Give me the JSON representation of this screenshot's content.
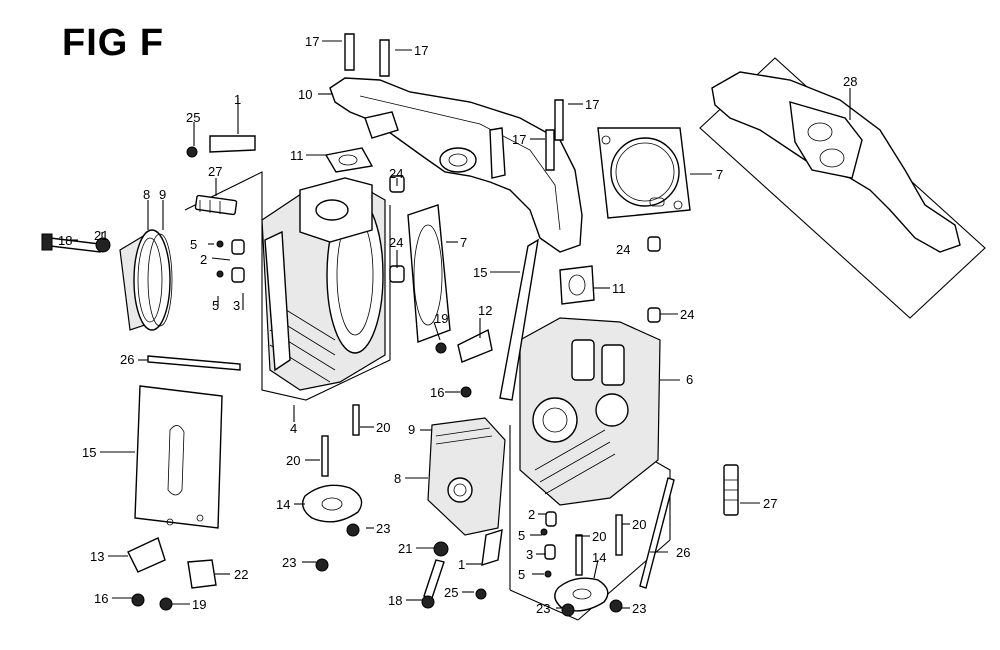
{
  "figure": {
    "title": "FIG F"
  },
  "callouts": [
    {
      "id": "c17a",
      "label": "17"
    },
    {
      "id": "c17b",
      "label": "17"
    },
    {
      "id": "c10",
      "label": "10"
    },
    {
      "id": "c17c",
      "label": "17"
    },
    {
      "id": "c17d",
      "label": "17"
    },
    {
      "id": "c28",
      "label": "28"
    },
    {
      "id": "c1a",
      "label": "1"
    },
    {
      "id": "c25a",
      "label": "25"
    },
    {
      "id": "c11a",
      "label": "11"
    },
    {
      "id": "c24a",
      "label": "24"
    },
    {
      "id": "c7a",
      "label": "7"
    },
    {
      "id": "c27a",
      "label": "27"
    },
    {
      "id": "c8a",
      "label": "8"
    },
    {
      "id": "c9a",
      "label": "9"
    },
    {
      "id": "c7b",
      "label": "7"
    },
    {
      "id": "c24b",
      "label": "24"
    },
    {
      "id": "c24c",
      "label": "24"
    },
    {
      "id": "c18a",
      "label": "18"
    },
    {
      "id": "c21a",
      "label": "21"
    },
    {
      "id": "c5a",
      "label": "5"
    },
    {
      "id": "c2a",
      "label": "2"
    },
    {
      "id": "c5b",
      "label": "5"
    },
    {
      "id": "c3a",
      "label": "3"
    },
    {
      "id": "c15a",
      "label": "15"
    },
    {
      "id": "c11b",
      "label": "11"
    },
    {
      "id": "c24d",
      "label": "24"
    },
    {
      "id": "c12",
      "label": "12"
    },
    {
      "id": "c19a",
      "label": "19"
    },
    {
      "id": "c26a",
      "label": "26"
    },
    {
      "id": "c16a",
      "label": "16"
    },
    {
      "id": "c6",
      "label": "6"
    },
    {
      "id": "c4",
      "label": "4"
    },
    {
      "id": "c20a",
      "label": "20"
    },
    {
      "id": "c9b",
      "label": "9"
    },
    {
      "id": "c15b",
      "label": "15"
    },
    {
      "id": "c20b",
      "label": "20"
    },
    {
      "id": "c8b",
      "label": "8"
    },
    {
      "id": "c14a",
      "label": "14"
    },
    {
      "id": "c23a",
      "label": "23"
    },
    {
      "id": "c27b",
      "label": "27"
    },
    {
      "id": "c2b",
      "label": "2"
    },
    {
      "id": "c5c",
      "label": "5"
    },
    {
      "id": "c20c",
      "label": "20"
    },
    {
      "id": "c20d",
      "label": "20"
    },
    {
      "id": "c21b",
      "label": "21"
    },
    {
      "id": "c3b",
      "label": "3"
    },
    {
      "id": "c14b",
      "label": "14"
    },
    {
      "id": "c26b",
      "label": "26"
    },
    {
      "id": "c13",
      "label": "13"
    },
    {
      "id": "c22",
      "label": "22"
    },
    {
      "id": "c1b",
      "label": "1"
    },
    {
      "id": "c5d",
      "label": "5"
    },
    {
      "id": "c23b",
      "label": "23"
    },
    {
      "id": "c16b",
      "label": "16"
    },
    {
      "id": "c19b",
      "label": "19"
    },
    {
      "id": "c18b",
      "label": "18"
    },
    {
      "id": "c25b",
      "label": "25"
    },
    {
      "id": "c23c",
      "label": "23"
    },
    {
      "id": "c23d",
      "label": "23"
    }
  ]
}
